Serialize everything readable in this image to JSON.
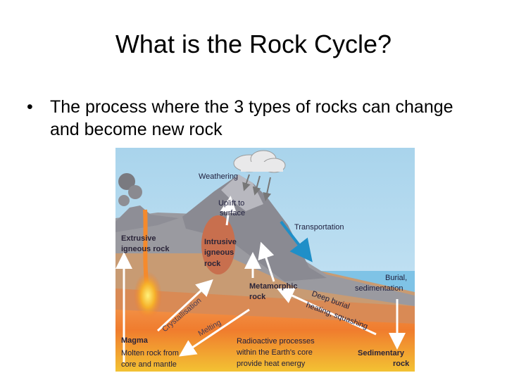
{
  "slide": {
    "title": "What is the Rock Cycle?",
    "bullet_marker": "•",
    "bullet_text": "The process where the 3 types of rocks can change and become new rock"
  },
  "diagram": {
    "labels": {
      "weathering": "Weathering",
      "uplift_1": "Uplift to",
      "uplift_2": "surface",
      "transportation": "Transportation",
      "extrusive_1": "Extrusive",
      "extrusive_2": "igneous rock",
      "intrusive_1": "Intrusive",
      "intrusive_2": "igneous",
      "intrusive_3": "rock",
      "burial_1": "Burial,",
      "burial_2": "sedimentation",
      "metamorphic_1": "Metamorphic",
      "metamorphic_2": "rock",
      "deep_burial_1": "Deep burial",
      "deep_burial_2": "heating, squashing",
      "crystallisation": "Crystallisation",
      "melting": "Melting",
      "magma": "Magma",
      "molten_1": "Molten rock from",
      "molten_2": "core and mantle",
      "radio_1": "Radioactive processes",
      "radio_2": "within the Earth's core",
      "radio_3": "provide heat energy",
      "sedimentary_1": "Sedimentary",
      "sedimentary_2": "rock"
    }
  }
}
